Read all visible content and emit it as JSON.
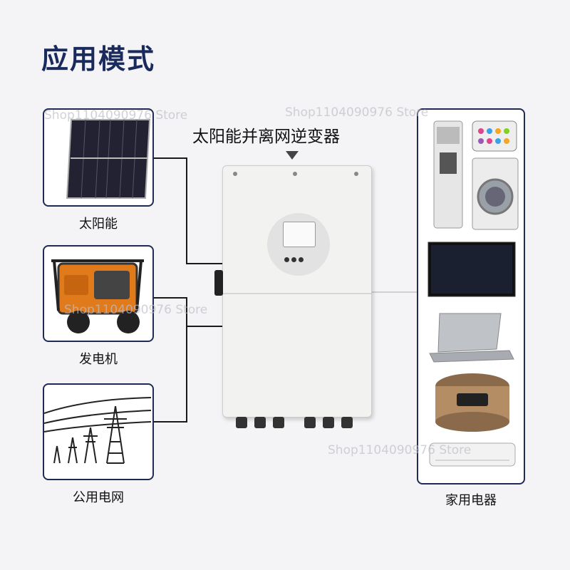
{
  "title": "应用模式",
  "inverter_label": "太阳能并离网逆变器",
  "sources": [
    {
      "label": "太阳能",
      "icon": "solar-panel-icon"
    },
    {
      "label": "发电机",
      "icon": "generator-icon"
    },
    {
      "label": "公用电网",
      "icon": "power-grid-icon"
    }
  ],
  "loads": {
    "label": "家用电器",
    "icons": [
      "water-dispenser-icon",
      "smartphone-icon",
      "washing-machine-icon",
      "television-icon",
      "laptop-icon",
      "rice-cooker-icon",
      "air-conditioner-icon"
    ]
  },
  "watermark": "Shop1104090976 Store",
  "colors": {
    "frame": "#1f2a55",
    "title": "#1b2a5c",
    "line": "#1a1a1a"
  }
}
